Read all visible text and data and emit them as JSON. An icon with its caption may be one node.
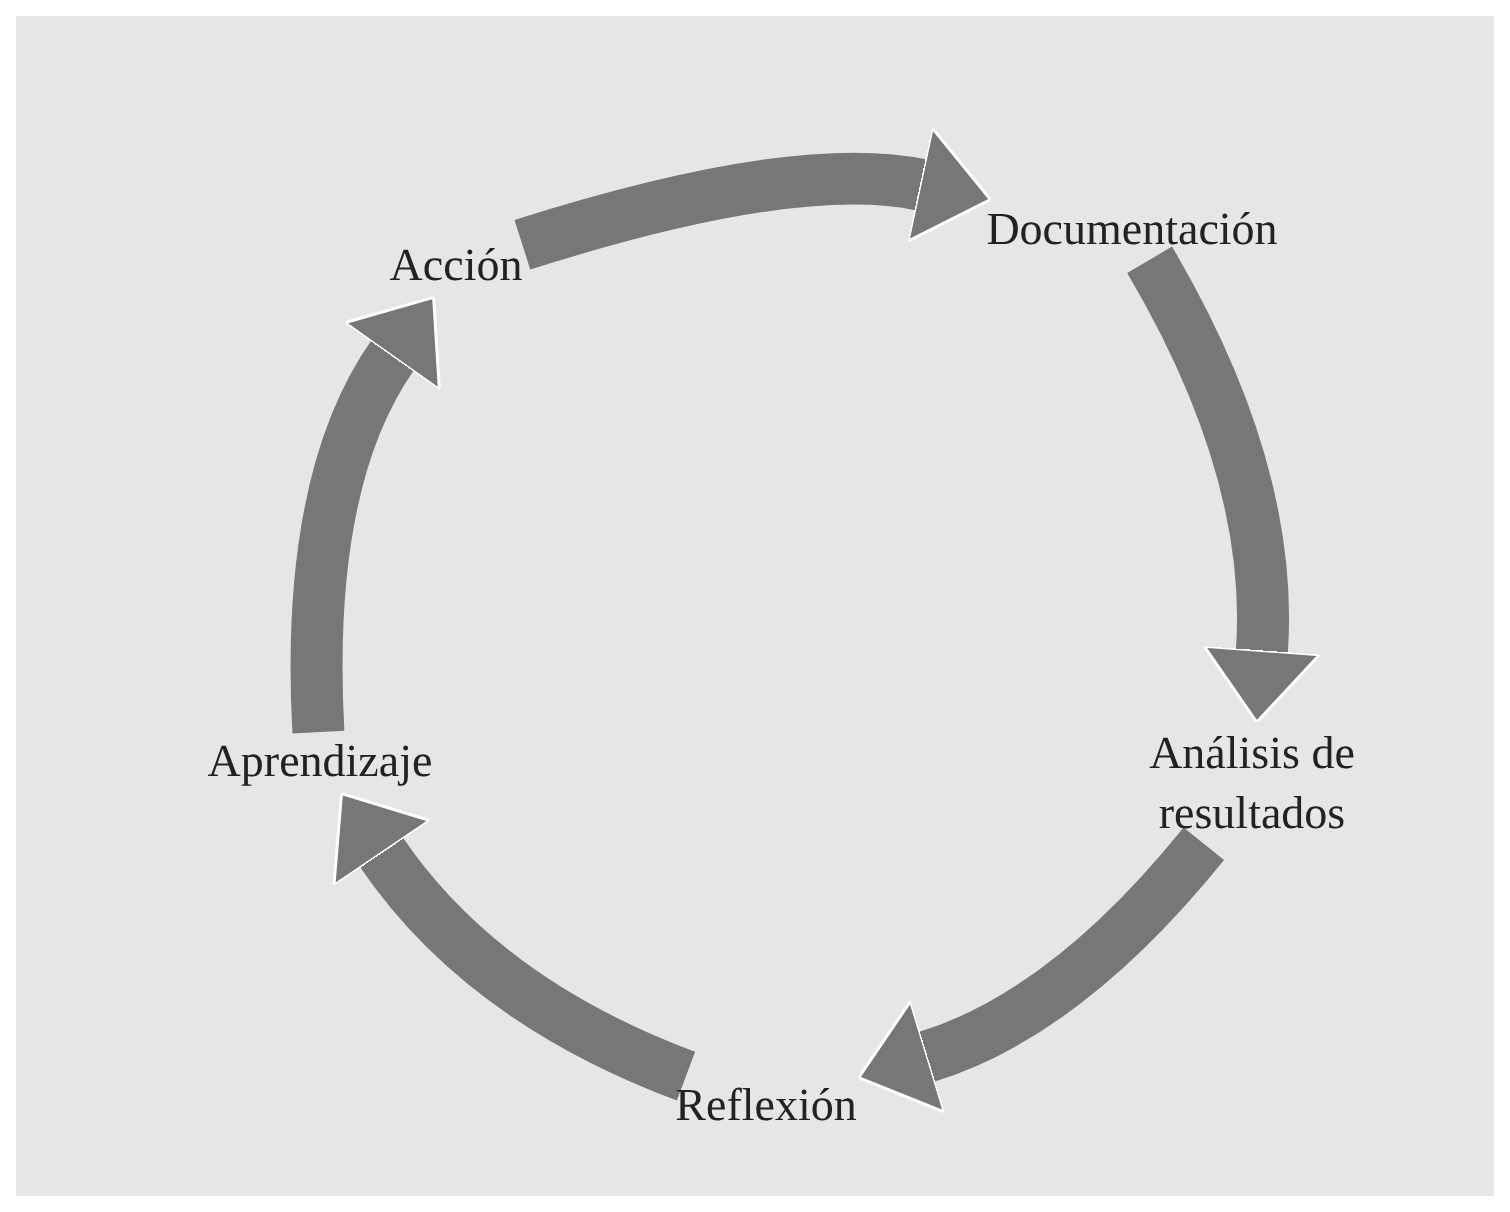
{
  "diagram": {
    "nodes": [
      {
        "text": [
          "Acción"
        ]
      },
      {
        "text": [
          "Documentación"
        ]
      },
      {
        "text": [
          "Análisis de resultados"
        ]
      },
      {
        "text": [
          "Reflexión"
        ]
      },
      {
        "text": [
          "Aprendizaje"
        ]
      }
    ],
    "edges": [
      {
        "from": 0,
        "to": 1,
        "arrow": "to"
      },
      {
        "from": 1,
        "to": 2,
        "arrow": "to"
      },
      {
        "from": 2,
        "to": 3,
        "arrow": "to"
      },
      {
        "from": 3,
        "to": 4,
        "arrow": "to"
      },
      {
        "from": 4,
        "to": 0,
        "arrow": "to"
      }
    ]
  }
}
